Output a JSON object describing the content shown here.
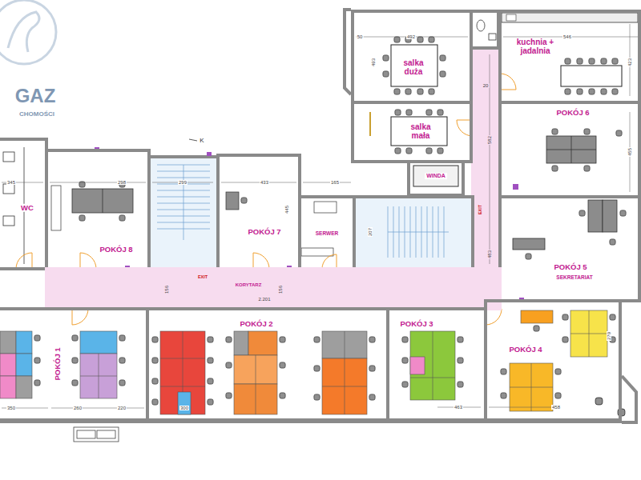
{
  "diagram": {
    "nodes": [
      {
        "text": [
          "salka duża"
        ]
      },
      {
        "text": [
          "kuchnia + jadalnia"
        ]
      },
      {
        "text": [
          "salka mała"
        ]
      },
      {
        "text": [
          "POKÓJ 6"
        ]
      },
      {
        "text": [
          "WINDA"
        ]
      },
      {
        "text": [
          "WC"
        ]
      },
      {
        "text": [
          "POKÓJ 8"
        ]
      },
      {
        "text": [
          "POKÓJ 7"
        ]
      },
      {
        "text": [
          "SERWER"
        ]
      },
      {
        "text": [
          "POKÓJ 5",
          "SEKRETARIAT"
        ]
      },
      {
        "text": [
          "KORYTARZ"
        ]
      },
      {
        "text": [
          "POKÓJ 1"
        ]
      },
      {
        "text": [
          "POKÓJ 2"
        ]
      },
      {
        "text": [
          "POKÓJ 3"
        ]
      },
      {
        "text": [
          "POKÓJ 4"
        ]
      }
    ],
    "labels": [
      "GAZ",
      "CHOMOŚCI",
      "K",
      "50",
      "492",
      "546",
      "493",
      "423",
      "20",
      "582",
      "455",
      "483",
      "345",
      "298",
      "299",
      "433",
      "165",
      "445",
      "207",
      "EXIT",
      "EXIT",
      "156",
      "156",
      "2.201",
      "350",
      "260",
      "220",
      "300",
      "463",
      "458",
      "279"
    ]
  }
}
